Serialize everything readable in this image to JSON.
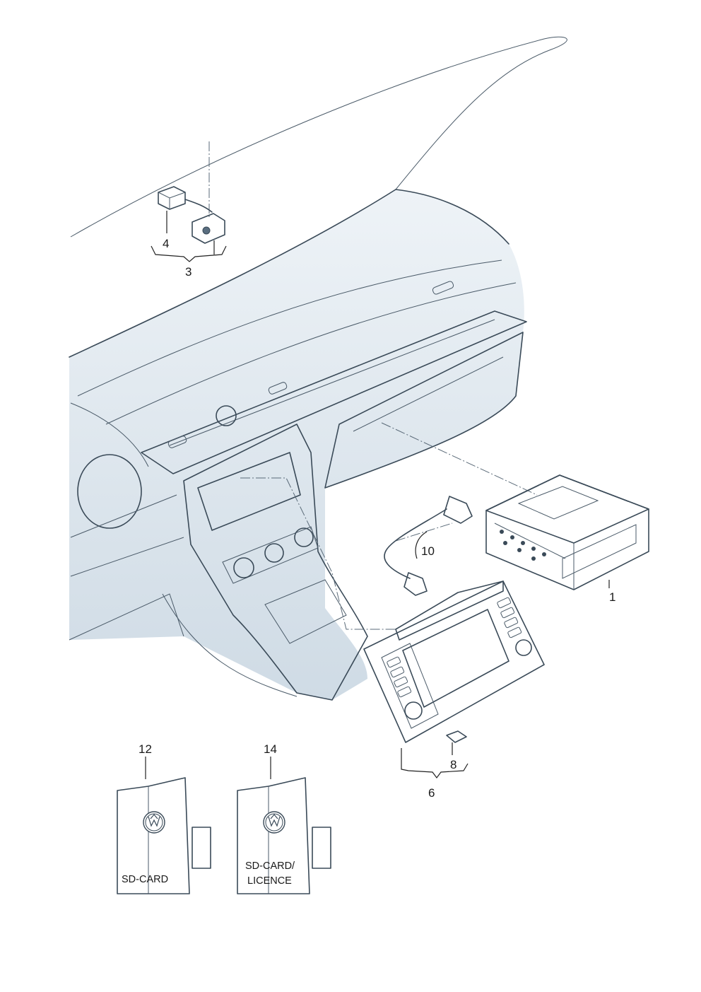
{
  "callouts": {
    "c1": "1",
    "c3": "3",
    "c4": "4",
    "c6": "6",
    "c8": "8",
    "c10": "10",
    "c12": "12",
    "c14": "14"
  },
  "cards": {
    "sd_card": "SD-CARD",
    "sd_licence_line1": "SD-CARD/",
    "sd_licence_line2": "LICENCE"
  },
  "logos": {
    "card_logo": "vw-logo-icon"
  },
  "colors": {
    "part_fill": "#9fb3c4",
    "part_dark": "#6f8698",
    "dash_shade": "#dce6ee",
    "outline": "#3a4a58"
  }
}
